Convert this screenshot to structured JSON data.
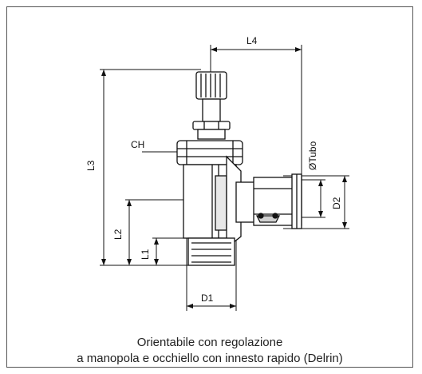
{
  "labels": {
    "l4": "L4",
    "l3": "L3",
    "l2": "L2",
    "l1": "L1",
    "ch": "CH",
    "tubo": "ØTubo",
    "d2": "D2",
    "d1": "D1"
  },
  "caption": {
    "line1": "Orientabile con regolazione",
    "line2": "a manopola e occhiello con innesto rapido (Delrin)"
  }
}
